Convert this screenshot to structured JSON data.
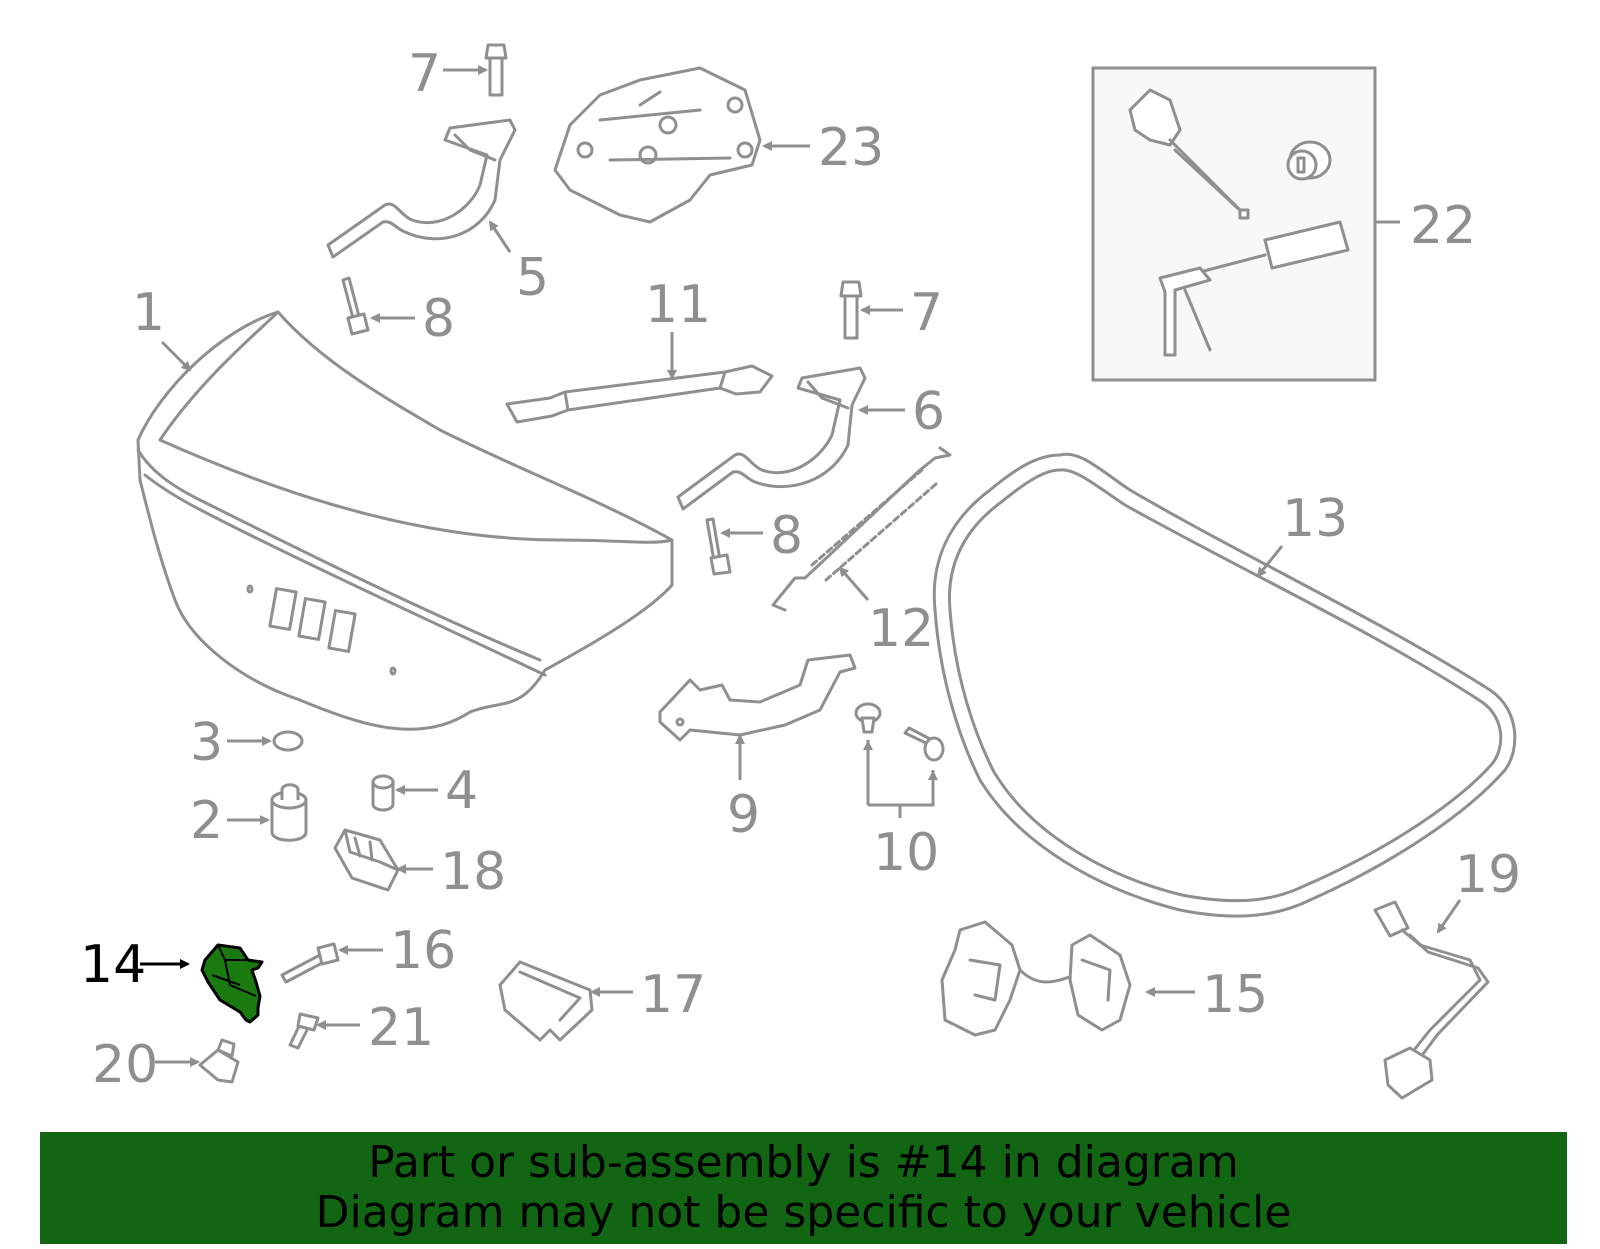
{
  "highlight_color": "#1a7a10",
  "callout_color": "#8f8f8f",
  "banner": {
    "background": "#126512",
    "line1": "Part or sub-assembly is #14 in diagram",
    "line2": "Diagram may not be specific to your vehicle"
  },
  "callouts": {
    "c1": "1",
    "c2": "2",
    "c3": "3",
    "c4": "4",
    "c5": "5",
    "c6": "6",
    "c7a": "7",
    "c7b": "7",
    "c8a": "8",
    "c8b": "8",
    "c9": "9",
    "c10": "10",
    "c11": "11",
    "c12": "12",
    "c13": "13",
    "c14": "14",
    "c15": "15",
    "c16": "16",
    "c17": "17",
    "c18": "18",
    "c19": "19",
    "c20": "20",
    "c21": "21",
    "c22": "22",
    "c23": "23"
  }
}
